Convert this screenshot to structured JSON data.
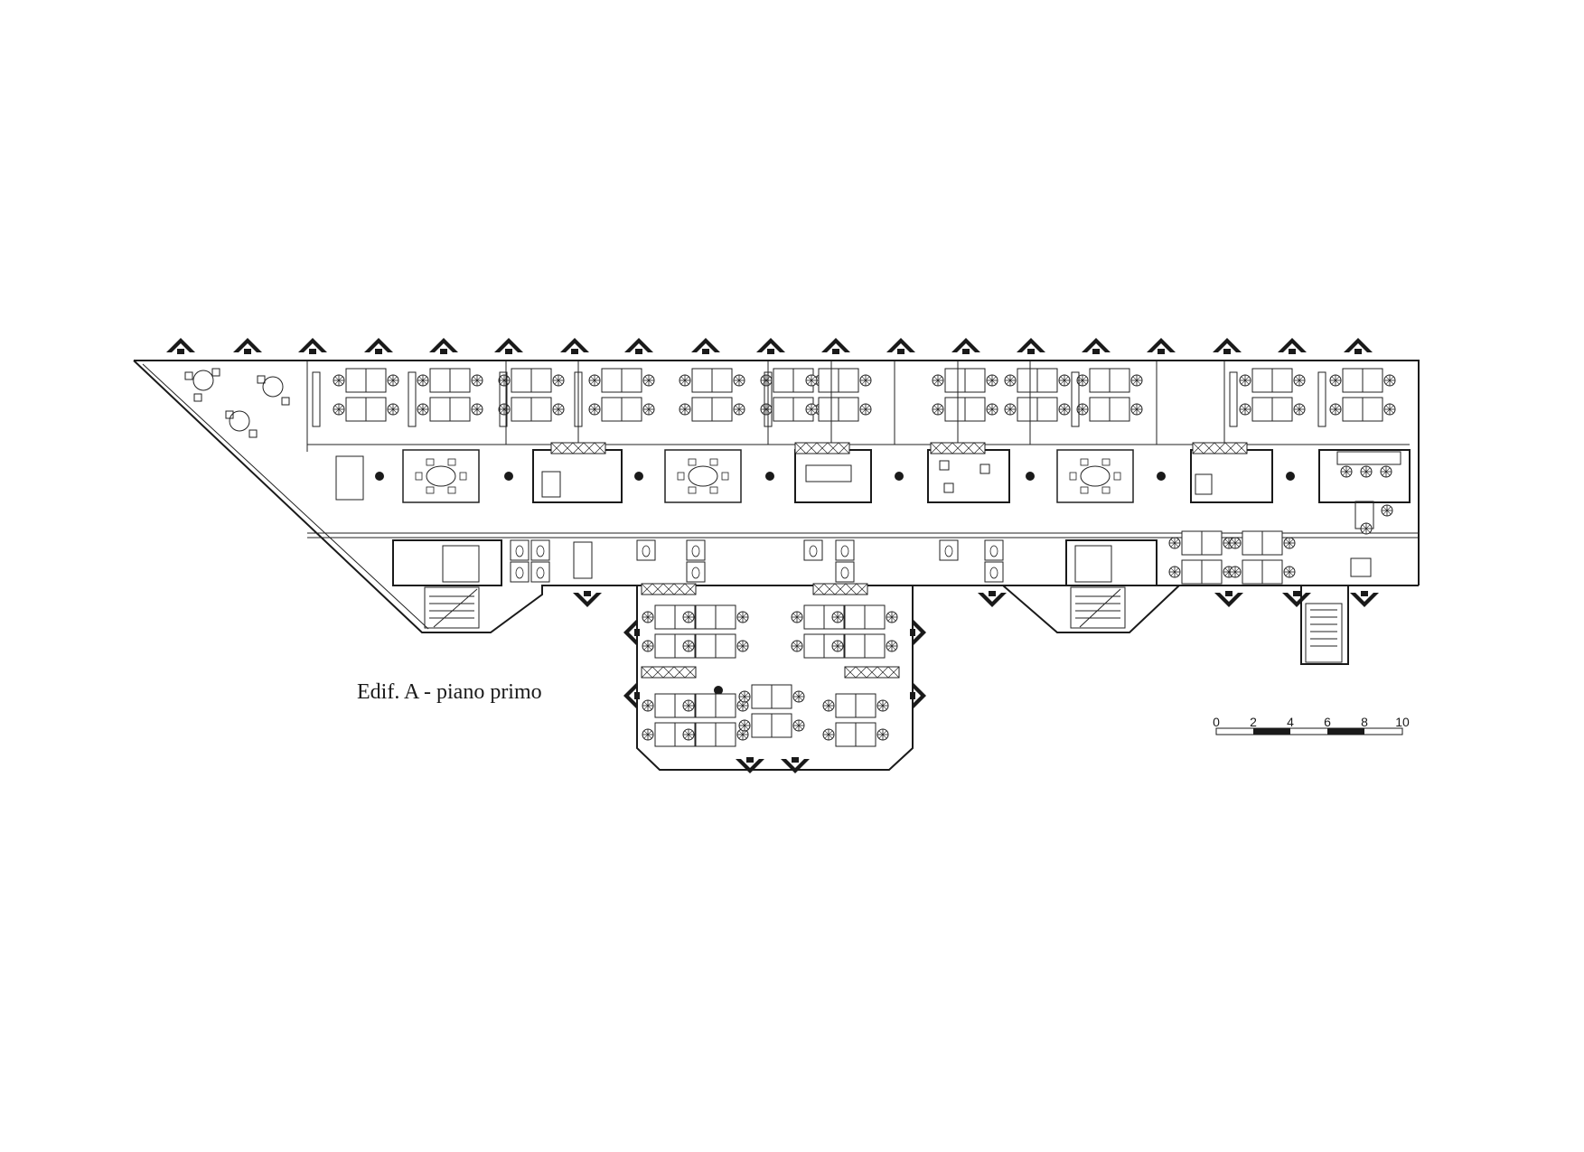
{
  "drawing": {
    "title": "Edif. A - piano primo",
    "scale_labels": [
      "0",
      "2",
      "4",
      "6",
      "8",
      "10"
    ]
  }
}
